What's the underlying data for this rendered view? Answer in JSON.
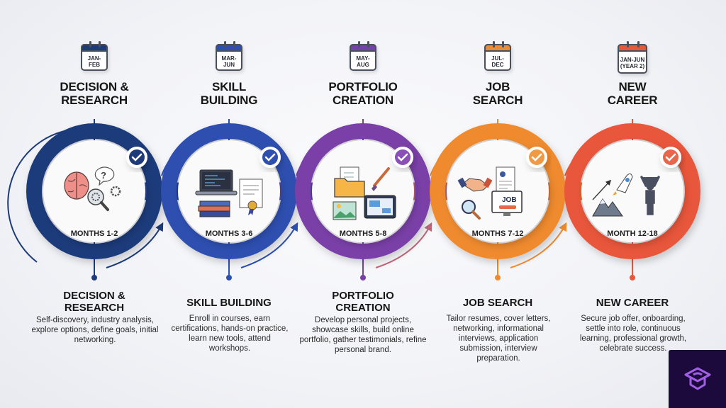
{
  "title": "Career Transition Timeline",
  "stages": [
    {
      "id": "decision-research",
      "period": "JAN-FEB",
      "top_title": "DECISION &\nRESEARCH",
      "months": "MONTHS 1-2",
      "bottom_title": "DECISION &\nRESEARCH",
      "description": "Self-discovery, industry analysis, explore options, define goals, initial networking.",
      "color": "#1d3a7a",
      "icon": "brain-gear-magnifier-icon",
      "status": "checkmark-icon"
    },
    {
      "id": "skill-building",
      "period": "MAR-JUN",
      "top_title": "SKILL\nBUILDING",
      "months": "MONTHS 3-6",
      "bottom_title": "SKILL BUILDING",
      "description": "Enroll in courses, earn certifications, hands-on practice, learn new tools, attend workshops.",
      "color": "#2d4fb0",
      "icon": "laptop-books-certificate-icon",
      "status": "checkmark-icon"
    },
    {
      "id": "portfolio-creation",
      "period": "MAY-AUG",
      "top_title": "PORTFOLIO\nCREATION",
      "months": "MONTHS 5-8",
      "bottom_title": "PORTFOLIO\nCREATION",
      "description": "Develop personal projects, showcase skills, build online portfolio, gather testimonials, refine personal brand.",
      "color": "#7a3fa8",
      "icon": "folder-brush-tablet-icon",
      "status": "checkmark-icon"
    },
    {
      "id": "job-search",
      "period": "JUL-DEC",
      "top_title": "JOB\nSEARCH",
      "months": "MONTHS 7-12",
      "bottom_title": "JOB SEARCH",
      "description": "Tailor resumes, cover letters, networking, informational interviews, application submission, interview preparation.",
      "color": "#ef8a2f",
      "icon": "handshake-resume-job-monitor-icon",
      "status": "checkmark-icon"
    },
    {
      "id": "new-career",
      "period": "JAN-JUN\n(YEAR 2)",
      "top_title": "NEW\nCAREER",
      "months": "MONTH 12-18",
      "bottom_title": "NEW CAREER",
      "description": "Secure job offer, onboarding, settle into role, continuous learning, professional growth, celebrate success.",
      "color": "#e8573a",
      "icon": "rocket-mountain-celebrate-icon",
      "status": "checkmark-icon"
    }
  ],
  "logo": {
    "icon": "graduation-cap-icon",
    "background": "#1c0a3d",
    "accent": "#a35ee8"
  }
}
